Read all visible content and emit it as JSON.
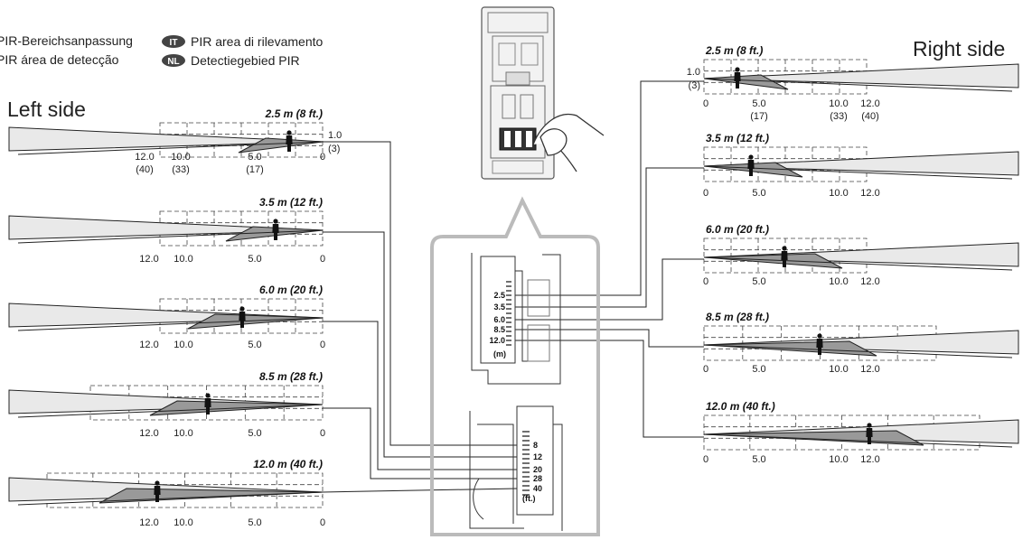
{
  "legend": [
    {
      "code": "",
      "text": "PIR-Bereichsanpassung"
    },
    {
      "code": "",
      "text": "PIR área de detecção"
    },
    {
      "code": "IT",
      "text": "PIR area di rilevamento"
    },
    {
      "code": "NL",
      "text": "Detectiegebied PIR"
    }
  ],
  "left_side": {
    "title": "Left side",
    "panels": [
      {
        "range": "2.5 m (8 ft.)",
        "height_m": "1.0",
        "height_ft": "(3)",
        "ticks": [
          "12.0",
          "10.0",
          "5.0",
          "0"
        ],
        "ticks_ft": [
          "(40)",
          "(33)",
          "(17)"
        ]
      },
      {
        "range": "3.5 m (12 ft.)",
        "ticks": [
          "12.0",
          "10.0",
          "5.0",
          "0"
        ]
      },
      {
        "range": "6.0 m (20 ft.)",
        "ticks": [
          "12.0",
          "10.0",
          "5.0",
          "0"
        ]
      },
      {
        "range": "8.5 m (28 ft.)",
        "ticks": [
          "12.0",
          "10.0",
          "5.0",
          "0"
        ]
      },
      {
        "range": "12.0 m (40 ft.)",
        "ticks": [
          "12.0",
          "10.0",
          "5.0",
          "0"
        ]
      }
    ]
  },
  "right_side": {
    "title": "Right side",
    "panels": [
      {
        "range": "2.5 m (8 ft.)",
        "height_m": "1.0",
        "height_ft": "(3)",
        "ticks": [
          "0",
          "5.0",
          "10.0",
          "12.0"
        ],
        "ticks_ft": [
          "(17)",
          "(33)",
          "(40)"
        ]
      },
      {
        "range": "3.5 m (12 ft.)",
        "ticks": [
          "0",
          "5.0",
          "10.0",
          "12.0"
        ]
      },
      {
        "range": "6.0 m (20 ft.)",
        "ticks": [
          "0",
          "5.0",
          "10.0",
          "12.0"
        ]
      },
      {
        "range": "8.5 m (28 ft.)",
        "ticks": [
          "0",
          "5.0",
          "10.0",
          "12.0"
        ]
      },
      {
        "range": "12.0 m (40 ft.)",
        "ticks": [
          "0",
          "5.0",
          "10.0",
          "12.0"
        ]
      }
    ]
  },
  "scale_m": {
    "labels": [
      "2.5",
      "3.5",
      "6.0",
      "8.5",
      "12.0"
    ],
    "unit": "(m)"
  },
  "scale_ft": {
    "labels": [
      "8",
      "12",
      "20",
      "28",
      "40"
    ],
    "unit": "(ft.)"
  },
  "colors": {
    "beam": "#e9e9e9",
    "detection": "#999999",
    "line": "#222222",
    "callout": "#bbbbbb"
  }
}
